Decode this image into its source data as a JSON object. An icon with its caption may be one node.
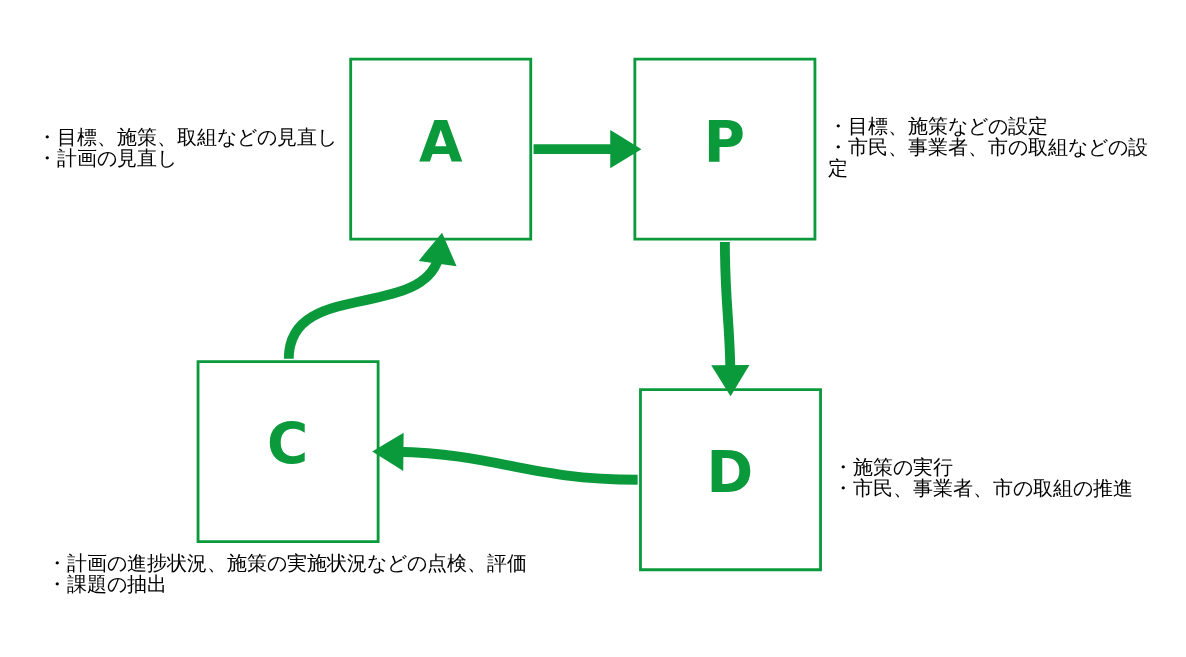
{
  "diagram": {
    "nodes": [
      {
        "text": [
          "A"
        ],
        "beside": [
          "・目標、施策、取組などの見直し",
          "・計画の見直し"
        ]
      },
      {
        "text": [
          "P"
        ],
        "beside": [
          "・目標、施策などの設定",
          "・市民、事業者、市の取組などの設定"
        ]
      },
      {
        "text": [
          "C"
        ],
        "beside": [
          "・計画の進捗状況、施策の実施状況などの点検、評価",
          "・課題の抽出"
        ]
      },
      {
        "text": [
          "D"
        ],
        "beside": [
          "・施策の実行",
          "・市民、事業者、市の取組の推進"
        ]
      }
    ],
    "edges": [
      {
        "from": 1,
        "to": 3,
        "arrow": "to"
      },
      {
        "from": 3,
        "to": 2,
        "arrow": "to"
      },
      {
        "from": 2,
        "to": 0,
        "arrow": "to"
      },
      {
        "from": 0,
        "to": 1,
        "arrow": "to"
      }
    ]
  }
}
